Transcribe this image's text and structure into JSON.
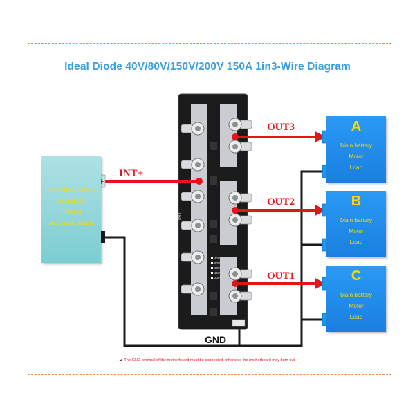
{
  "title": "Ideal Diode 40V/80V/150V/200V 150A 1in3-Wire Diagram",
  "source": {
    "lines": [
      "Secondary battery",
      "Solar panel",
      "Charger",
      "DC power supply"
    ]
  },
  "labels": {
    "input": "INT+",
    "out3": "OUT3",
    "out2": "OUT2",
    "out1": "OUT1",
    "ground": "GND"
  },
  "loads": [
    {
      "letter": "A",
      "lines": [
        "Main battery",
        "Motor",
        "Load"
      ]
    },
    {
      "letter": "B",
      "lines": [
        "Main battery",
        "Motor",
        "Load"
      ]
    },
    {
      "letter": "C",
      "lines": [
        "Main battery",
        "Motor",
        "Load"
      ]
    }
  ],
  "board_text": {
    "int": "INT",
    "voltages": [
      "40V",
      "80V",
      "100V",
      "150V",
      "200V"
    ]
  },
  "warning": "▲ The GND terminal of the motherboard must be connected, otherwise the motherboard may burn out.",
  "colors": {
    "frame": "#f08a4b",
    "title": "#3aa0e0",
    "wire_positive": "#e3141c",
    "wire_negative": "#1a1a1a",
    "load_box": "#1f8ce8",
    "source_box": "#8fd4d9",
    "box_text": "#ffd700",
    "board": "#1b1b1b"
  }
}
